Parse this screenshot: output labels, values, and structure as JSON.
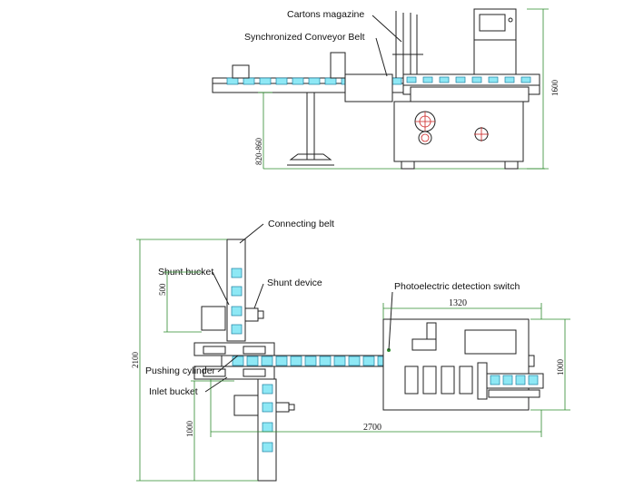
{
  "labels": {
    "cartons_magazine": "Cartons magazine",
    "synchronized_belt": "Synchronized Conveyor Belt",
    "connecting_belt": "Connecting belt",
    "shunt_bucket": "Shunt bucket",
    "shunt_device": "Shunt device",
    "photoelectric": "Photoelectric detection switch",
    "pushing_cylinder": "Pushing cylinder",
    "inlet_bucket": "Inlet bucket"
  },
  "dimensions": {
    "height_1600": "1600",
    "height_range": "820-860",
    "dim_1320": "1320",
    "dim_1000_right": "1000",
    "dim_2700": "2700",
    "dim_2100": "2100",
    "dim_500": "500",
    "dim_1000_left": "1000"
  },
  "colors": {
    "line": "#222222",
    "dimension": "#2e8b2e",
    "highlight": "#8ee8f5",
    "accent": "#cc2222"
  }
}
